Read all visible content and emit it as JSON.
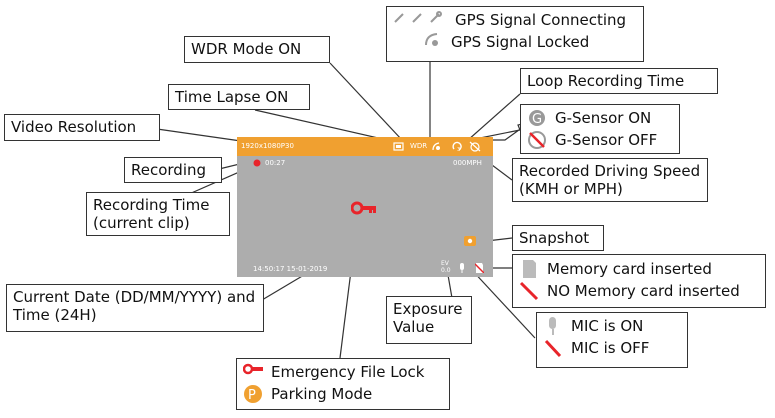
{
  "screen": {
    "resolution": "1920x1080P30",
    "wdr": "WDR",
    "rec_time": "00:27",
    "speed": "000MPH",
    "datetime": "14:50:17 15-01-2019",
    "ev": "EV\n0.0",
    "colors": {
      "bar": "#f0a030",
      "screen": "#adadad",
      "record": "#e8242a",
      "key": "#e8242a"
    }
  },
  "labels": {
    "gps_connecting": "GPS Signal Connecting",
    "gps_locked": "GPS Signal Locked",
    "wdr_on": "WDR Mode ON",
    "loop": "Loop Recording Time",
    "time_lapse": "Time Lapse ON",
    "video_res": "Video Resolution",
    "gsensor_on": "G-Sensor ON",
    "gsensor_off": "G-Sensor OFF",
    "recording": "Recording",
    "speed": "Recorded Driving Speed (KMH or MPH)",
    "rec_time": "Recording Time (current clip)",
    "snapshot": "Snapshot",
    "mem_in": "Memory card inserted",
    "mem_out": "NO Memory card inserted",
    "date": "Current Date (DD/MM/YYYY) and Time (24H)",
    "exposure": "Exposure Value",
    "mic_on": "MIC is ON",
    "mic_off": "MIC is OFF",
    "emergency": "Emergency File Lock",
    "parking": "Parking Mode"
  },
  "icons": [
    "satellite-dish-icon",
    "gps-locked-icon",
    "g-sensor-on-icon",
    "g-sensor-off-icon",
    "sd-card-icon",
    "no-sd-card-icon",
    "mic-icon",
    "mic-off-icon",
    "key-icon",
    "parking-icon",
    "camera-icon",
    "record-dot-icon",
    "loop-icon",
    "time-lapse-icon"
  ]
}
